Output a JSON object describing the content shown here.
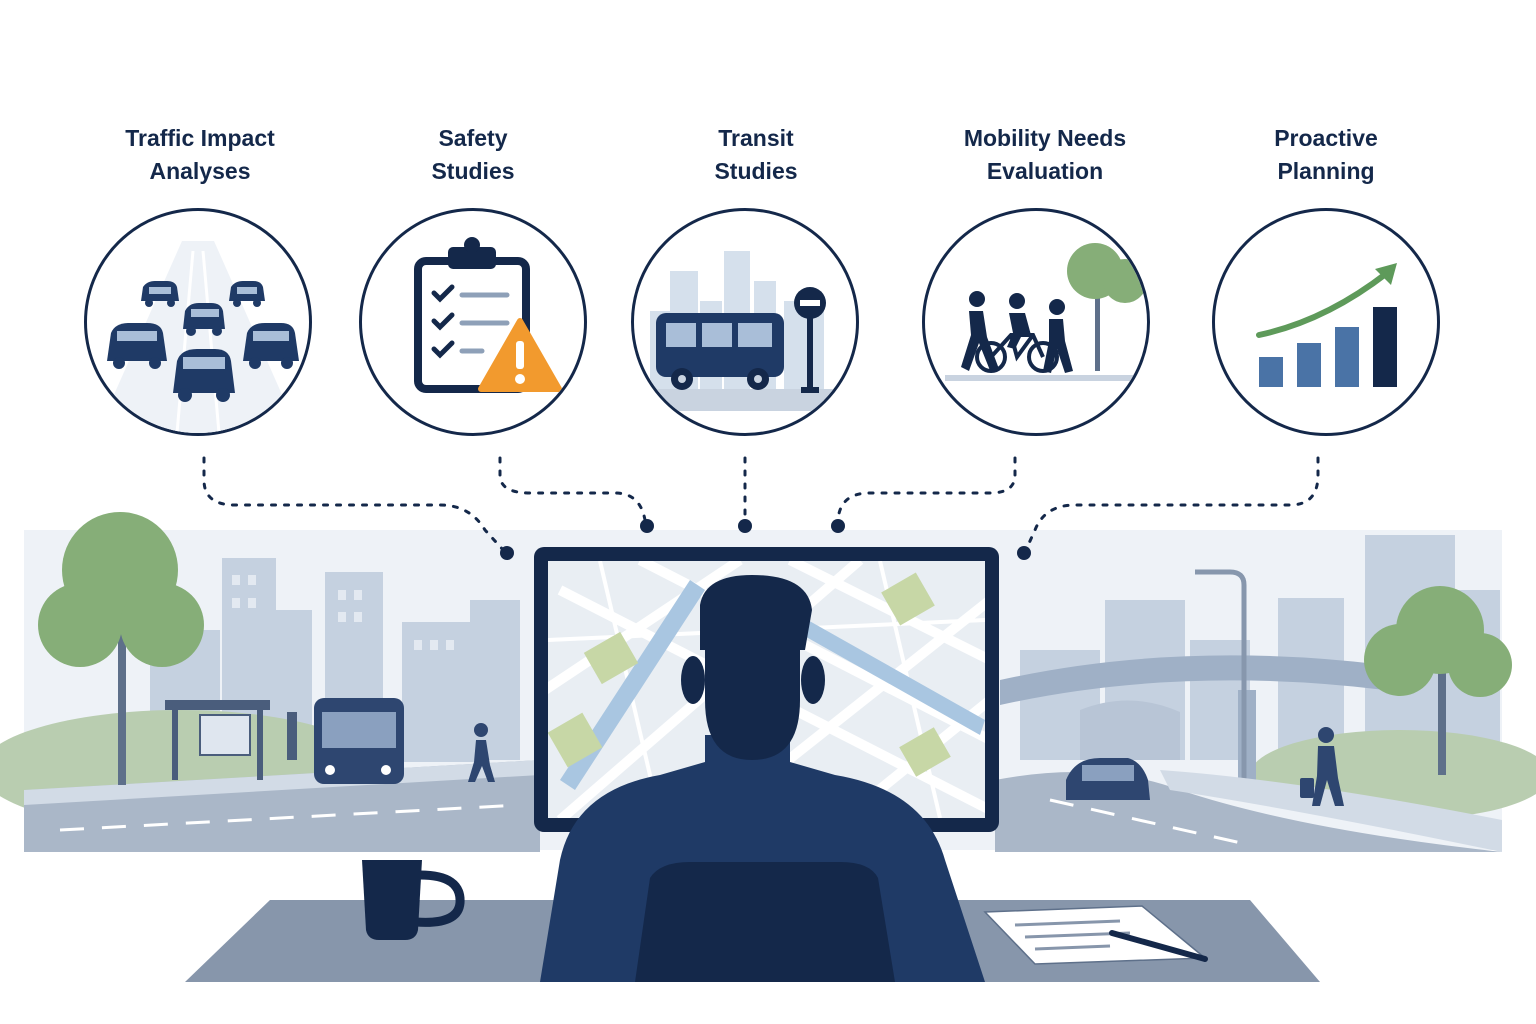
{
  "services": [
    {
      "id": "traffic",
      "title_line1": "Traffic Impact",
      "title_line2": "Analyses",
      "icon": "cars-traffic-icon"
    },
    {
      "id": "safety",
      "title_line1": "Safety",
      "title_line2": "Studies",
      "icon": "clipboard-warning-icon"
    },
    {
      "id": "transit",
      "title_line1": "Transit",
      "title_line2": "Studies",
      "icon": "bus-stop-icon"
    },
    {
      "id": "mobility",
      "title_line1": "Mobility Needs",
      "title_line2": "Evaluation",
      "icon": "pedestrian-cyclist-icon"
    },
    {
      "id": "planning",
      "title_line1": "Proactive",
      "title_line2": "Planning",
      "icon": "growth-chart-icon"
    }
  ],
  "colors": {
    "navy": "#14284a",
    "navy_mid": "#1f3a66",
    "blue_mid": "#4a73a6",
    "accent_orange": "#f29a2e",
    "green": "#8db37a",
    "light_blue": "#c9d6e6"
  }
}
